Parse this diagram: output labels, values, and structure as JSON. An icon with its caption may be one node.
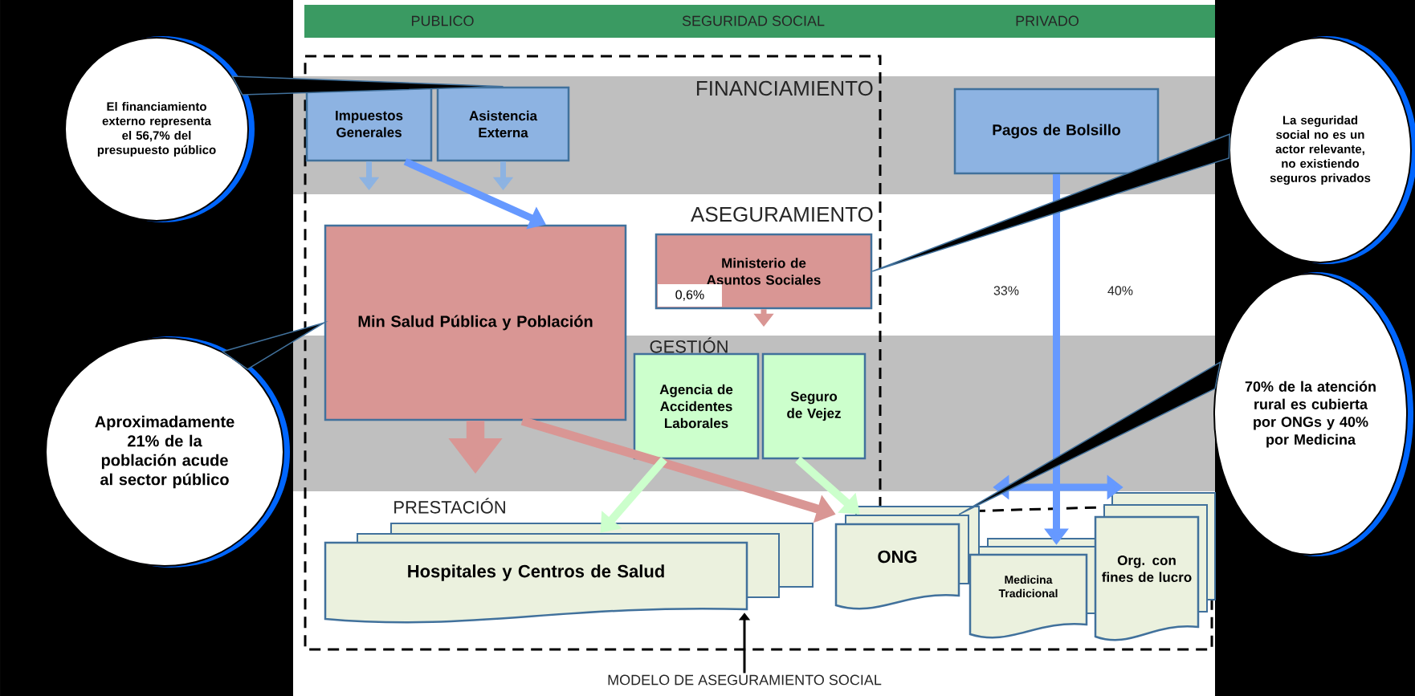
{
  "diagram": {
    "nodes": [
      {
        "text": [
          "Impuestos Generales"
        ]
      },
      {
        "text": [
          "Asistencia Externa"
        ]
      },
      {
        "text": [
          "Pagos de Bolsillo"
        ]
      },
      {
        "text": [
          "Min Salud Pública y Población"
        ]
      },
      {
        "text": [
          "Ministerio de Asuntos Sociales"
        ]
      },
      {
        "text": [
          "0,6%"
        ],
        "in": 4
      },
      {
        "text": [
          "Agencia de Accidentes Laborales"
        ]
      },
      {
        "text": [
          "Seguro de Vejez"
        ]
      },
      {
        "text": [
          "Hospitales y Centros de Salud"
        ]
      },
      {
        "text": [
          "ONG"
        ]
      },
      {
        "text": [
          "Medicina Tradicional"
        ]
      },
      {
        "text": [
          "Org. con fines de lucro"
        ]
      },
      {
        "text": [
          "El financiamiento externo representa el 56,7% del presupuesto público"
        ]
      },
      {
        "text": [
          "Aproximadamente 21% de la población acude al sector público"
        ]
      },
      {
        "text": [
          "La seguridad social no es un actor relevante, no existiendo seguros privados"
        ]
      },
      {
        "text": [
          "70% de la atención rural es cubierta por ONGs y 40% por Medicina"
        ]
      },
      {
        "text": [
          "MODELO DE ASEGURAMIENTO SOCIAL"
        ]
      }
    ],
    "edges": [
      {
        "from": 0,
        "to": null,
        "arrow": "to",
        "color": "#8db3e2"
      },
      {
        "from": 1,
        "to": null,
        "arrow": "to",
        "color": "#8db3e2"
      },
      {
        "from": 0,
        "to": 3,
        "arrow": "to",
        "color": "#6699ff"
      },
      {
        "from": 3,
        "to": null,
        "arrow": "to",
        "style": "thick",
        "color": "#d99694"
      },
      {
        "from": 4,
        "to": null,
        "arrow": "to",
        "color": "#d99694"
      },
      {
        "from": 3,
        "to": 9,
        "arrow": "to",
        "color": "#d99694"
      },
      {
        "from": 6,
        "to": 8,
        "arrow": "to",
        "color": "#ccffcc"
      },
      {
        "from": 7,
        "to": 9,
        "arrow": "to",
        "color": "#ccffcc"
      },
      {
        "from": 2,
        "to": 9,
        "arrow": "to",
        "color": "#6699ff"
      },
      {
        "from": 2,
        "to": 10,
        "arrow": "to",
        "color": "#6699ff"
      },
      {
        "from": 2,
        "to": 11,
        "arrow": "to",
        "color": "#6699ff"
      },
      {
        "from": 12,
        "to": 1,
        "arrow": "none",
        "color": "#000000"
      },
      {
        "from": 13,
        "to": 3,
        "arrow": "none",
        "color": "#000000"
      },
      {
        "from": 14,
        "to": 4,
        "arrow": "none",
        "color": "#000000"
      },
      {
        "from": 15,
        "to": 9,
        "arrow": "none",
        "color": "#000000"
      },
      {
        "from": 16,
        "to": 8,
        "arrow": "to",
        "color": "#000000"
      }
    ],
    "labels": [
      "PUBLICO",
      "SEGURIDAD SOCIAL",
      "PRIVADO",
      "FINANCIAMIENTO",
      "ASEGURAMIENTO",
      "33%",
      "40%",
      "GESTIÓN",
      "PRESTACIÓN"
    ]
  }
}
